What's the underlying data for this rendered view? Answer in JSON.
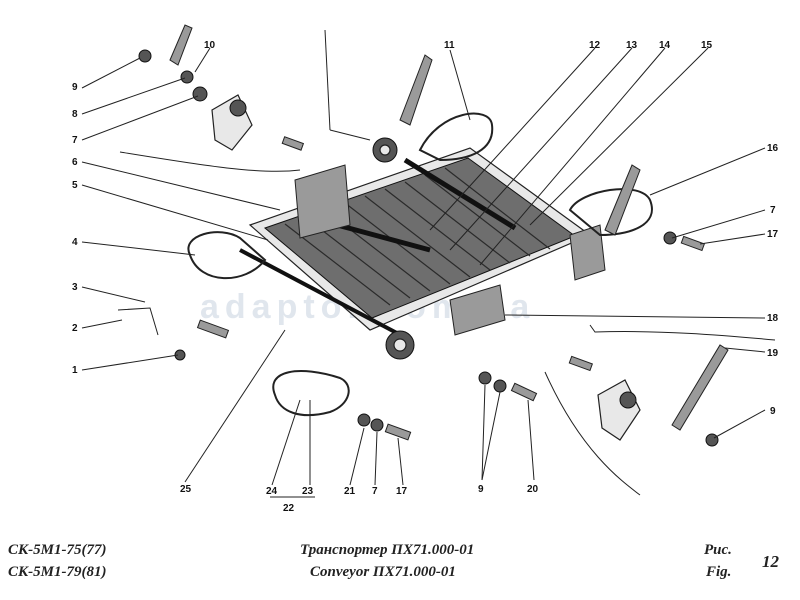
{
  "callouts": [
    "10",
    "11",
    "12",
    "13",
    "14",
    "15",
    "9",
    "8",
    "7",
    "6",
    "5",
    "4",
    "3",
    "2",
    "1",
    "16",
    "7",
    "17",
    "18",
    "19",
    "9",
    "25",
    "24",
    "23",
    "22",
    "21",
    "7",
    "17",
    "9",
    "20"
  ],
  "watermark": "adaptor.com.ua",
  "footer": {
    "model_line_1": "СК-5М1-75(77)",
    "model_line_2": "СК-5М1-79(81)",
    "title_ru": "Транспортер ПХ71.000-01",
    "title_en": "Conveyor ПХ71.000-01",
    "fig_ru": "Рис.",
    "fig_en": "Fig.",
    "fig_number": "12"
  }
}
